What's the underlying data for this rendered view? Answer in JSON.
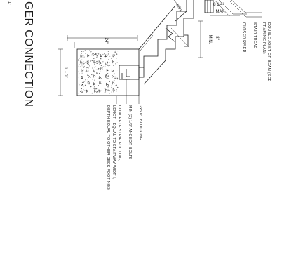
{
  "title": "GER CONNECTION",
  "scale_fragment": "1\"",
  "dimensions": {
    "riser_max": "8 1/4\"",
    "riser_max_word": "MAX",
    "tread_min": "MIN.",
    "footing_width": "24\"",
    "footing_depth": "1' - 0\"",
    "edge_min_value": "8\"",
    "edge_min_word": "MIN."
  },
  "callouts": {
    "joist": "DOUBLE JOIST OR BEAM (SEE",
    "joist_2": "FRAMING PLAN)",
    "tread": "STAIR TREAD",
    "riser": "CLOSED RISER",
    "blocking": "2x6 PT BLOCKING",
    "anchor": "MIN (2) 1/2\" ANCHOR BOLTS",
    "footing_1": "CONCRETE STRIP FOOTING,",
    "footing_2": "LENGTH EQUAL TO STAIRWAY WIDTH,",
    "footing_3": "DEPTH EQUAL TO OTHER DECK FOOTINGS"
  }
}
